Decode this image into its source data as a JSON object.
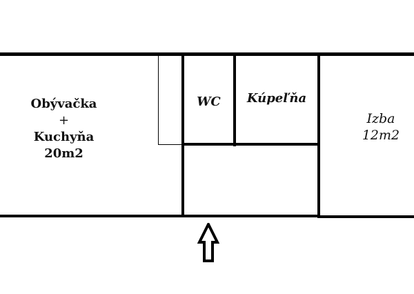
{
  "plan": {
    "rooms": [
      {
        "id": "living",
        "lines": [
          "Obývačka",
          "+",
          "Kuchyňa",
          "20m2"
        ]
      },
      {
        "id": "wc",
        "lines": [
          "WC"
        ]
      },
      {
        "id": "bathroom",
        "lines": [
          "Kúpeľňa"
        ]
      },
      {
        "id": "bedroom",
        "lines": [
          "Izba",
          "12m2"
        ]
      },
      {
        "id": "hallway",
        "lines": []
      }
    ],
    "entrance_arrow": "up-arrow"
  }
}
